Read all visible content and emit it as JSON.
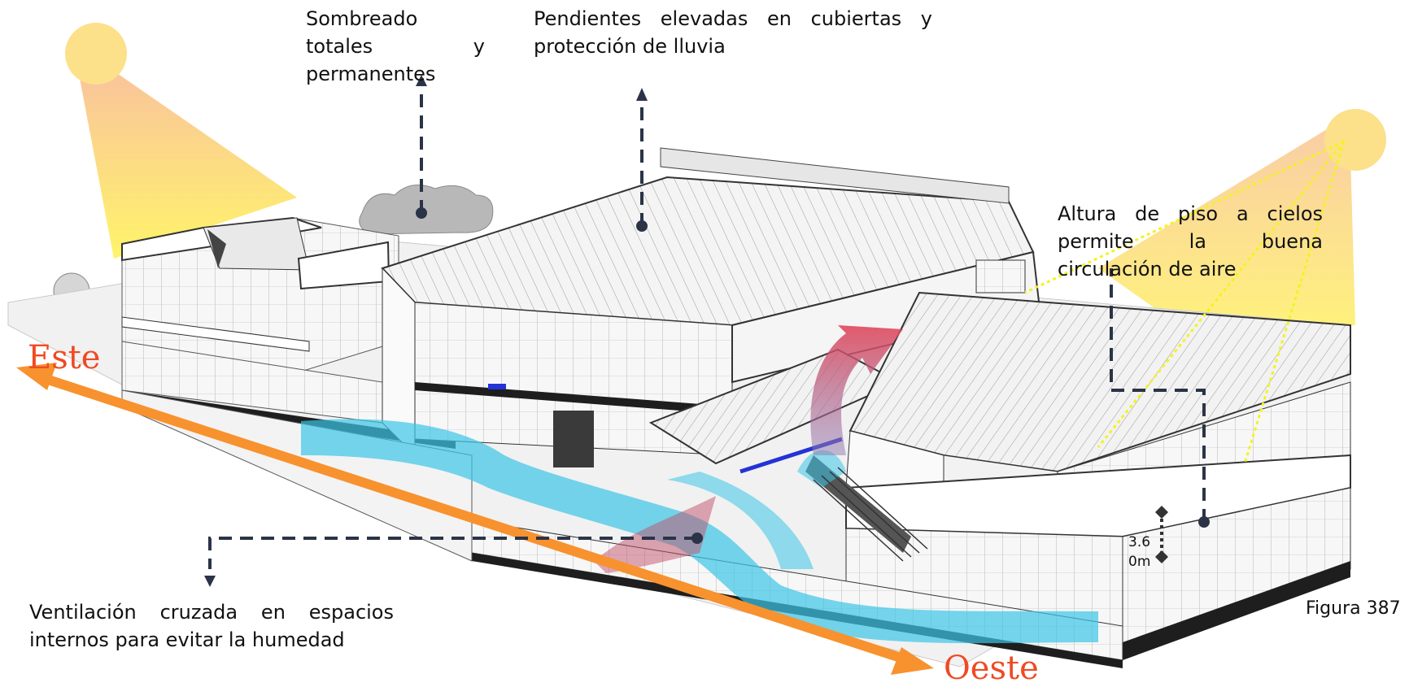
{
  "annotations": {
    "shading": "Sombreado totales y permanentes",
    "roof_slopes": "Pendientes elevadas en cubiertas y protección de lluvia",
    "ceiling_height": "Altura de piso a cielos permite la buena circulación de aire",
    "cross_ventilation": "Ventilación cruzada en espacios internos para evitar la humedad"
  },
  "orientation": {
    "east": "Este",
    "west": "Oeste"
  },
  "dimension": {
    "line1": "3.6",
    "line2": "0m"
  },
  "figure_caption": "Figura 387",
  "colors": {
    "sun": "#fbe08a",
    "sun_rays_top": "#f9c99a",
    "sun_rays_bottom": "#fff27a",
    "axis_arrow": "#f7922f",
    "direction_text": "#ef4a24",
    "cool_air": "#3cc4e6",
    "warm_air": "#e0475a",
    "leader_line": "#2b3447",
    "airflow_dotted": "#f3f31f"
  }
}
